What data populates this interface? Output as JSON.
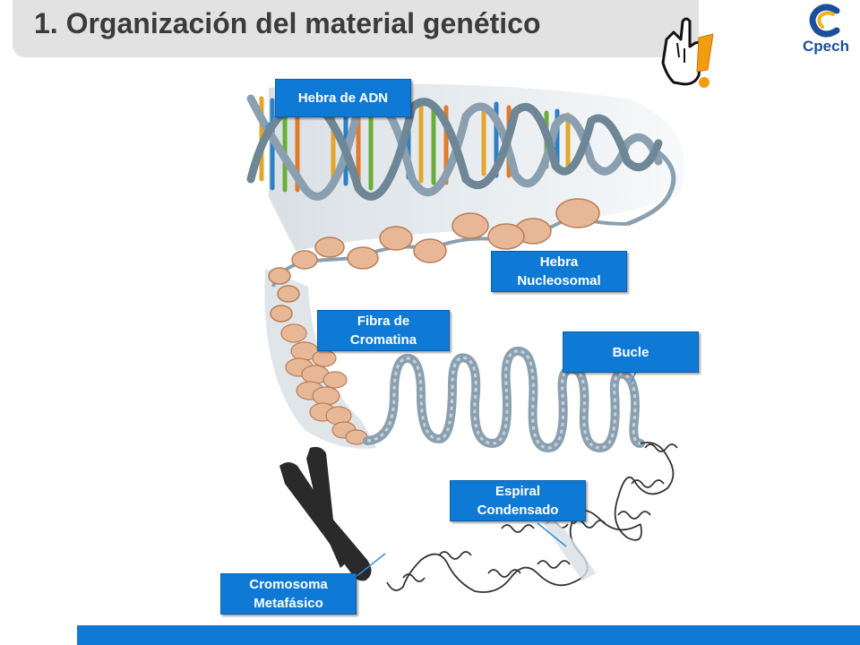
{
  "header": {
    "title": "1. Organización del material genético"
  },
  "logo": {
    "text": "Cpech"
  },
  "labels": {
    "hebra_adn": "Hebra de ADN",
    "hebra_nucleosomal": "Hebra Nucleosomal",
    "fibra_cromatina": "Fibra de Cromatina",
    "bucle": "Bucle",
    "espiral_condensado": "Espiral Condensado",
    "cromosoma_metafasico": "Cromosoma Metafásico"
  },
  "colors": {
    "label_bg": "#0f7ad6",
    "title_bar": "#e2e2e2",
    "dna_backbone": "#8aa0b0",
    "nucleosome": "#e8b896",
    "chromosome": "#2a2a2a",
    "footer": "#0f7ad6",
    "accent_orange": "#f39c12"
  },
  "icons": {
    "pointer": "hand-pointer-exclamation-icon",
    "logo": "cpech-logo-icon"
  }
}
